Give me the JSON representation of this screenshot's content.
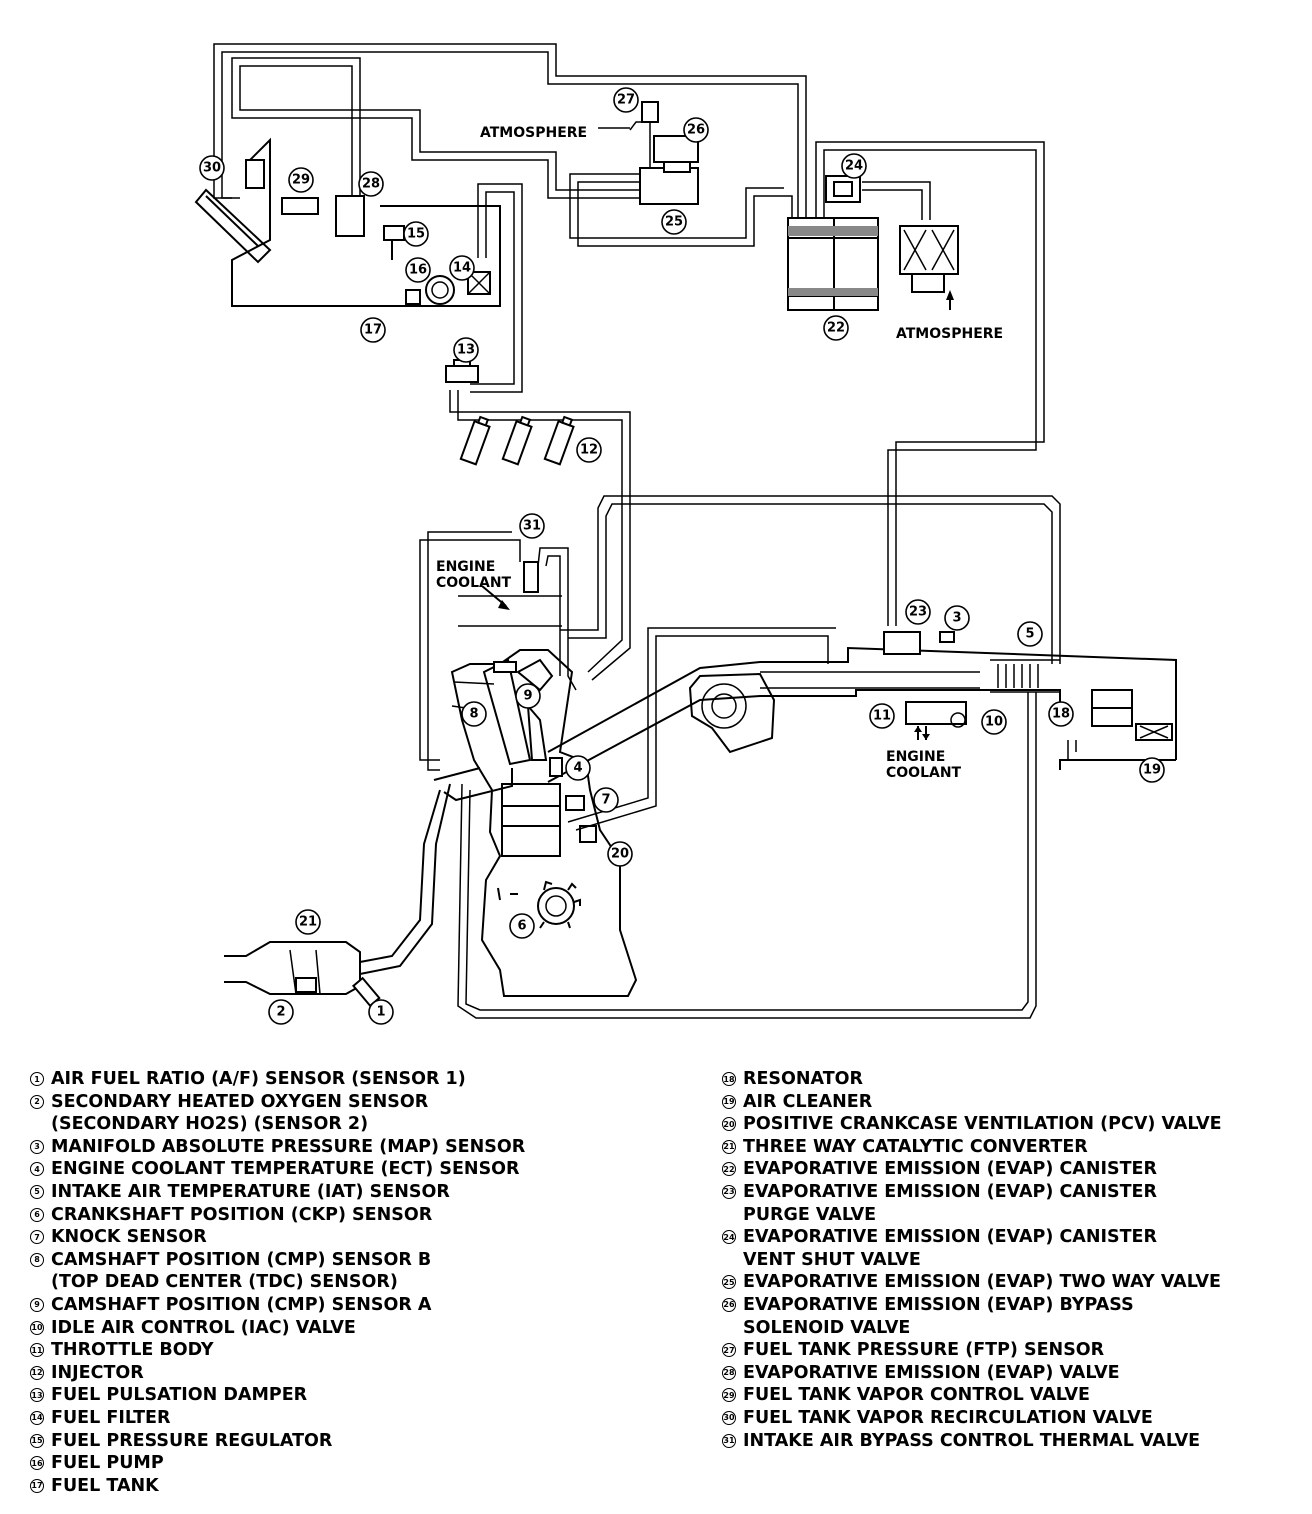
{
  "diagram": {
    "labels": {
      "atmosphere_top": "ATMOSPHERE",
      "atmosphere_canister": "ATMOSPHERE",
      "engine_coolant_upper_1": "ENGINE",
      "engine_coolant_upper_2": "COOLANT",
      "engine_coolant_lower_1": "ENGINE",
      "engine_coolant_lower_2": "COOLANT"
    },
    "callouts": [
      "1",
      "2",
      "3",
      "4",
      "5",
      "6",
      "7",
      "8",
      "9",
      "10",
      "11",
      "12",
      "13",
      "14",
      "15",
      "16",
      "17",
      "18",
      "19",
      "20",
      "21",
      "22",
      "23",
      "24",
      "25",
      "26",
      "27",
      "28",
      "29",
      "30",
      "31"
    ]
  },
  "legend": {
    "left": [
      {
        "num": "1",
        "text": "AIR FUEL RATIO (A/F) SENSOR (SENSOR 1)"
      },
      {
        "num": "2",
        "text": "SECONDARY HEATED OXYGEN SENSOR\n(SECONDARY HO2S) (SENSOR 2)"
      },
      {
        "num": "3",
        "text": "MANIFOLD ABSOLUTE PRESSURE (MAP) SENSOR"
      },
      {
        "num": "4",
        "text": "ENGINE COOLANT TEMPERATURE (ECT) SENSOR"
      },
      {
        "num": "5",
        "text": "INTAKE AIR TEMPERATURE (IAT) SENSOR"
      },
      {
        "num": "6",
        "text": "CRANKSHAFT POSITION (CKP) SENSOR"
      },
      {
        "num": "7",
        "text": "KNOCK SENSOR"
      },
      {
        "num": "8",
        "text": "CAMSHAFT POSITION (CMP) SENSOR B\n(TOP DEAD CENTER (TDC) SENSOR)"
      },
      {
        "num": "9",
        "text": "CAMSHAFT POSITION (CMP) SENSOR A"
      },
      {
        "num": "10",
        "text": "IDLE AIR CONTROL (IAC) VALVE"
      },
      {
        "num": "11",
        "text": "THROTTLE BODY"
      },
      {
        "num": "12",
        "text": "INJECTOR"
      },
      {
        "num": "13",
        "text": "FUEL PULSATION DAMPER"
      },
      {
        "num": "14",
        "text": "FUEL FILTER"
      },
      {
        "num": "15",
        "text": "FUEL PRESSURE REGULATOR"
      },
      {
        "num": "16",
        "text": "FUEL PUMP"
      },
      {
        "num": "17",
        "text": "FUEL TANK"
      }
    ],
    "right": [
      {
        "num": "18",
        "text": "RESONATOR"
      },
      {
        "num": "19",
        "text": "AIR CLEANER"
      },
      {
        "num": "20",
        "text": "POSITIVE CRANKCASE VENTILATION (PCV) VALVE"
      },
      {
        "num": "21",
        "text": "THREE WAY CATALYTIC CONVERTER"
      },
      {
        "num": "22",
        "text": "EVAPORATIVE EMISSION (EVAP) CANISTER"
      },
      {
        "num": "23",
        "text": "EVAPORATIVE EMISSION (EVAP) CANISTER\nPURGE VALVE"
      },
      {
        "num": "24",
        "text": "EVAPORATIVE EMISSION (EVAP) CANISTER\nVENT SHUT VALVE"
      },
      {
        "num": "25",
        "text": "EVAPORATIVE EMISSION (EVAP) TWO WAY VALVE"
      },
      {
        "num": "26",
        "text": "EVAPORATIVE EMISSION (EVAP) BYPASS\nSOLENOID VALVE"
      },
      {
        "num": "27",
        "text": "FUEL TANK PRESSURE (FTP) SENSOR"
      },
      {
        "num": "28",
        "text": "EVAPORATIVE EMISSION (EVAP) VALVE"
      },
      {
        "num": "29",
        "text": "FUEL TANK VAPOR CONTROL VALVE"
      },
      {
        "num": "30",
        "text": "FUEL TANK VAPOR RECIRCULATION VALVE"
      },
      {
        "num": "31",
        "text": "INTAKE AIR BYPASS CONTROL THERMAL VALVE"
      }
    ]
  }
}
